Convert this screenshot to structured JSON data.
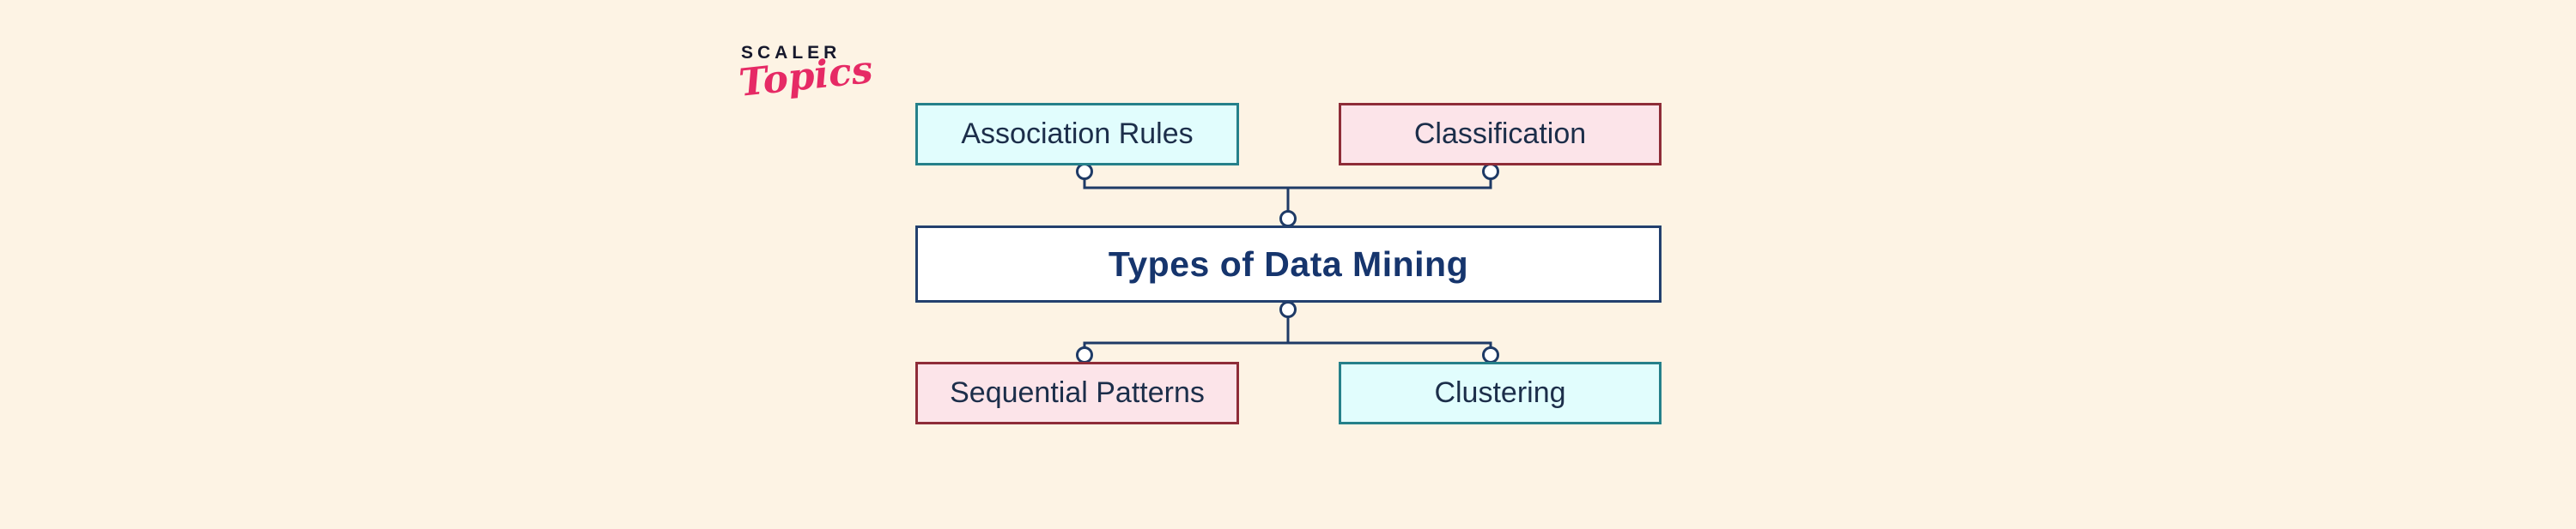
{
  "logo": {
    "brand": "SCALER",
    "sub": "Topics"
  },
  "diagram": {
    "title": "Types of Data Mining",
    "nodes": [
      {
        "id": "association-rules",
        "label": "Association Rules",
        "variant": "cyan",
        "row": "top"
      },
      {
        "id": "classification",
        "label": "Classification",
        "variant": "pink",
        "row": "top"
      },
      {
        "id": "sequential-patterns",
        "label": "Sequential Patterns",
        "variant": "pink",
        "row": "bottom"
      },
      {
        "id": "clustering",
        "label": "Clustering",
        "variant": "cyan",
        "row": "bottom"
      }
    ],
    "relations": "all four nodes connect to the central title box via circle-ended tree links"
  },
  "colors": {
    "bg": "#fdf3e4",
    "cyan-fill": "#e1fdfd",
    "cyan-border": "#25808a",
    "pink-fill": "#fce4e9",
    "pink-border": "#8e2c38",
    "navy-border": "#23406e",
    "line": "#1e3a66",
    "label-text": "#1c2e4a",
    "title-text": "#16356d",
    "brand-dark": "#16182c",
    "brand-pink": "#e62a65"
  }
}
